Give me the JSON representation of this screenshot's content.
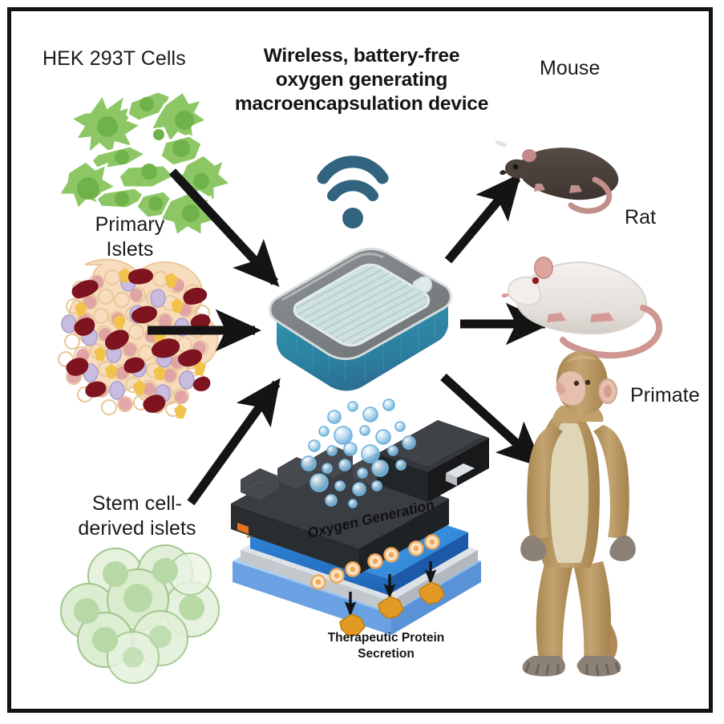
{
  "figure": {
    "kind": "graphical-abstract",
    "background": "#ffffff",
    "border_color": "#121212",
    "title": {
      "line1": "Wireless, battery-free",
      "line2": "oxygen generating",
      "line3": "macroencapsulation device"
    }
  },
  "inputs": {
    "hek_label": "HEK 293T Cells",
    "primary_islets_label": "Primary\nIslets",
    "stem_islets_label": "Stem cell-\nderived islets"
  },
  "outputs": {
    "mouse_label": "Mouse",
    "rat_label": "Rat",
    "primate_label": "Primate"
  },
  "device_detail": {
    "oxygen_label": "Oxygen Generation",
    "secretion_label": "Therapeutic Protein\nSecretion"
  },
  "icons": {
    "wifi": "wifi-icon",
    "wifi_color": "#32647f"
  },
  "colors": {
    "hek_cell_fill": "#8dc765",
    "hek_cell_nucleus": "#6fb24a",
    "islet_body": "#f6d8b4",
    "islet_pink": "#e0a0a2",
    "islet_dark_red": "#7d1420",
    "islet_lavender": "#c8bce0",
    "islet_yellow": "#f2c34a",
    "stem_cell_fill": "#dbeed2",
    "stem_cell_nucleus": "#b7d9a6",
    "device_top": "#7a7f80",
    "device_body_teal": "#2f7f95",
    "device_membrane": "#c9dbdc",
    "mouse_body": "#4a403c",
    "mouse_tail": "#c08f89",
    "rat_body": "#ece8e4",
    "rat_tail": "#cf9792",
    "primate_fur": "#b79361",
    "primate_belly": "#ded6b6",
    "primate_face": "#e6bfae",
    "bubble": "#9ccbe8",
    "protein_blob": "#e29a24",
    "arrow": "#141414",
    "chassis_dark": "#2e3134",
    "reservoir_blue": "#2f86d8",
    "circuit_gold": "#f0b32c"
  }
}
